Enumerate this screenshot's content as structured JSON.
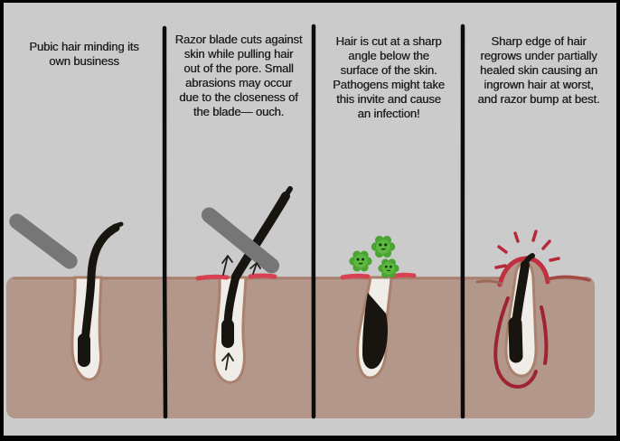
{
  "panels": [
    {
      "caption": [
        "Pubic hair minding its",
        "own business"
      ]
    },
    {
      "caption": [
        "Razor blade cuts against",
        "skin while pulling hair",
        "out of the pore. Small",
        "abrasions may occur",
        "due to the closeness of",
        "the blade— ouch."
      ]
    },
    {
      "caption": [
        "Hair is cut at a sharp",
        "angle below the",
        "surface of the skin.",
        "Pathogens might take",
        "this invite and cause",
        "an infection!"
      ]
    },
    {
      "caption": [
        "Sharp edge of hair",
        "regrows under partially",
        "healed skin causing an",
        "ingrown hair at worst,",
        "and razor bump at best."
      ]
    }
  ],
  "colors": {
    "frame": "#000000",
    "background": "#cbcbcb",
    "skin": "#b3978b",
    "skin_edge": "#a5806d",
    "follicle_fill": "#f0ede8",
    "follicle_outline": "#a9816c",
    "hair": "#18140f",
    "razor": "#767676",
    "abrasion_red": "#d64251",
    "inflammation_red": "#c12f40",
    "inflammation_dark_red": "#9e2430",
    "irritation_dash_red": "#b5293a",
    "pathogen_green": "#5db840",
    "pathogen_petal_green": "#4aa332",
    "pathogen_face": "#14330e",
    "divider": "#0c0c0c",
    "text": "#1f1f1f"
  }
}
